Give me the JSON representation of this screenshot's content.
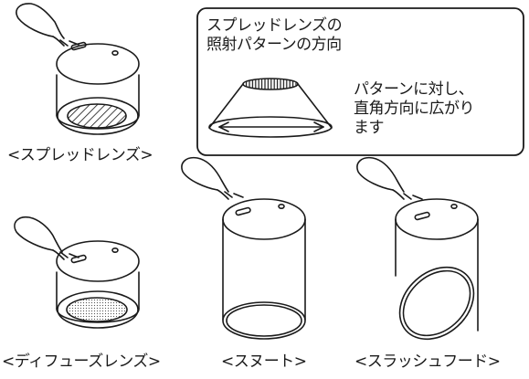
{
  "frame": {
    "title_line1": "スプレッドレンズの",
    "title_line2": "照射パターンの方向",
    "note_line1": "パターンに対し、",
    "note_line2": "直角方向に広がり",
    "note_line3": "ます"
  },
  "items": [
    {
      "id": "spread-lens",
      "label": "<スプレッドレンズ>"
    },
    {
      "id": "diffuse-lens",
      "label": "<ディフューズレンズ>"
    },
    {
      "id": "snoot",
      "label": "<スヌート>"
    },
    {
      "id": "slash-hood",
      "label": "<スラッシュフード>"
    }
  ],
  "colors": {
    "line": "#1a1a1a",
    "frame_bg": "#ffffff",
    "dots": "#7a7a7a"
  }
}
